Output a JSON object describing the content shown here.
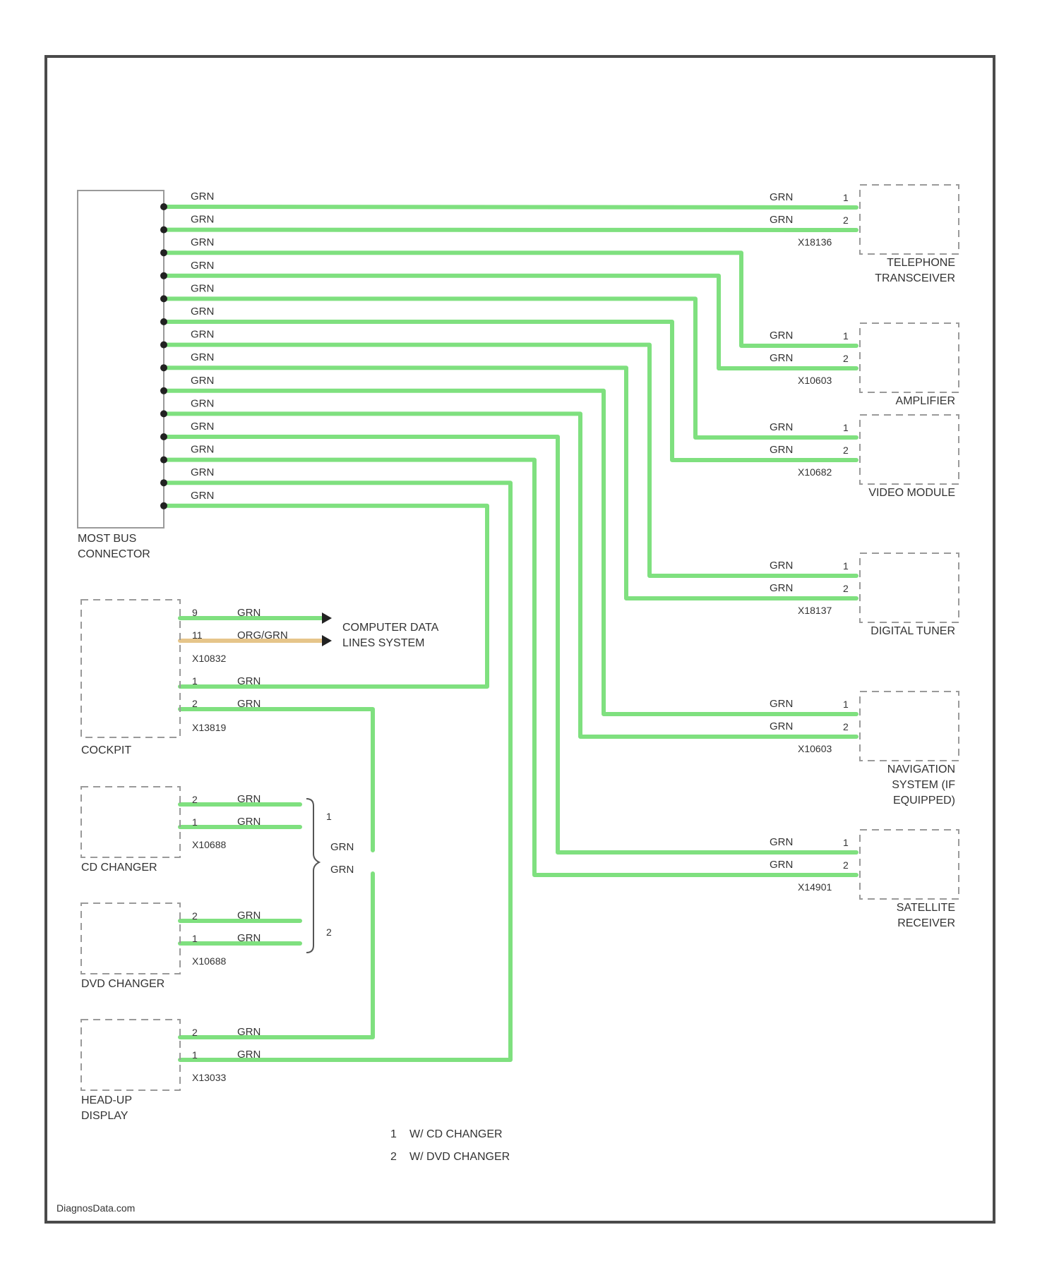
{
  "colors": {
    "wire_green": "#7fe07f",
    "wire_orange_green": "#e6c58a",
    "frame": "#4a4a4a",
    "text": "#333333"
  },
  "wire_color_label": "GRN",
  "wire_color_label_alt": "ORG/GRN",
  "main_connector": {
    "label_line1": "MOST BUS",
    "label_line2": "CONNECTOR"
  },
  "right_components": [
    {
      "id": "telephone",
      "name_line1": "TELEPHONE",
      "name_line2": "TRANSCEIVER",
      "name_line3": "",
      "connector": "X18136"
    },
    {
      "id": "amplifier",
      "name_line1": "AMPLIFIER",
      "name_line2": "",
      "name_line3": "",
      "connector": "X10603"
    },
    {
      "id": "video",
      "name_line1": "VIDEO MODULE",
      "name_line2": "",
      "name_line3": "",
      "connector": "X10682"
    },
    {
      "id": "tuner",
      "name_line1": "DIGITAL TUNER",
      "name_line2": "",
      "name_line3": "",
      "connector": "X18137"
    },
    {
      "id": "navigation",
      "name_line1": "NAVIGATION",
      "name_line2": "SYSTEM (IF",
      "name_line3": "EQUIPPED)",
      "connector": "X10603"
    },
    {
      "id": "satellite",
      "name_line1": "SATELLITE",
      "name_line2": "RECEIVER",
      "name_line3": "",
      "connector": "X14901"
    }
  ],
  "left_components": {
    "cockpit": {
      "name": "COCKPIT",
      "connector_data": "X10832",
      "connector_most": "X13819",
      "pin_a": "9",
      "pin_b": "11",
      "pin_c": "1",
      "pin_d": "2"
    },
    "cd_changer": {
      "name": "CD CHANGER",
      "connector": "X10688",
      "pin_a": "2",
      "pin_b": "1"
    },
    "dvd_changer": {
      "name": "DVD CHANGER",
      "connector": "X10688",
      "pin_a": "2",
      "pin_b": "1"
    },
    "head_up": {
      "name_line1": "HEAD-UP",
      "name_line2": "DISPLAY",
      "connector": "X13033",
      "pin_a": "2",
      "pin_b": "1"
    }
  },
  "computer_data_lines": {
    "label_line1": "COMPUTER DATA",
    "label_line2": "LINES SYSTEM"
  },
  "brace_labels": {
    "upper": "1",
    "lower": "2"
  },
  "pin_numbers": {
    "first": "1",
    "second": "2"
  },
  "notes": [
    {
      "num": "1",
      "text": "W/ CD CHANGER"
    },
    {
      "num": "2",
      "text": "W/ DVD CHANGER"
    }
  ],
  "watermark": "DiagnosData.com"
}
